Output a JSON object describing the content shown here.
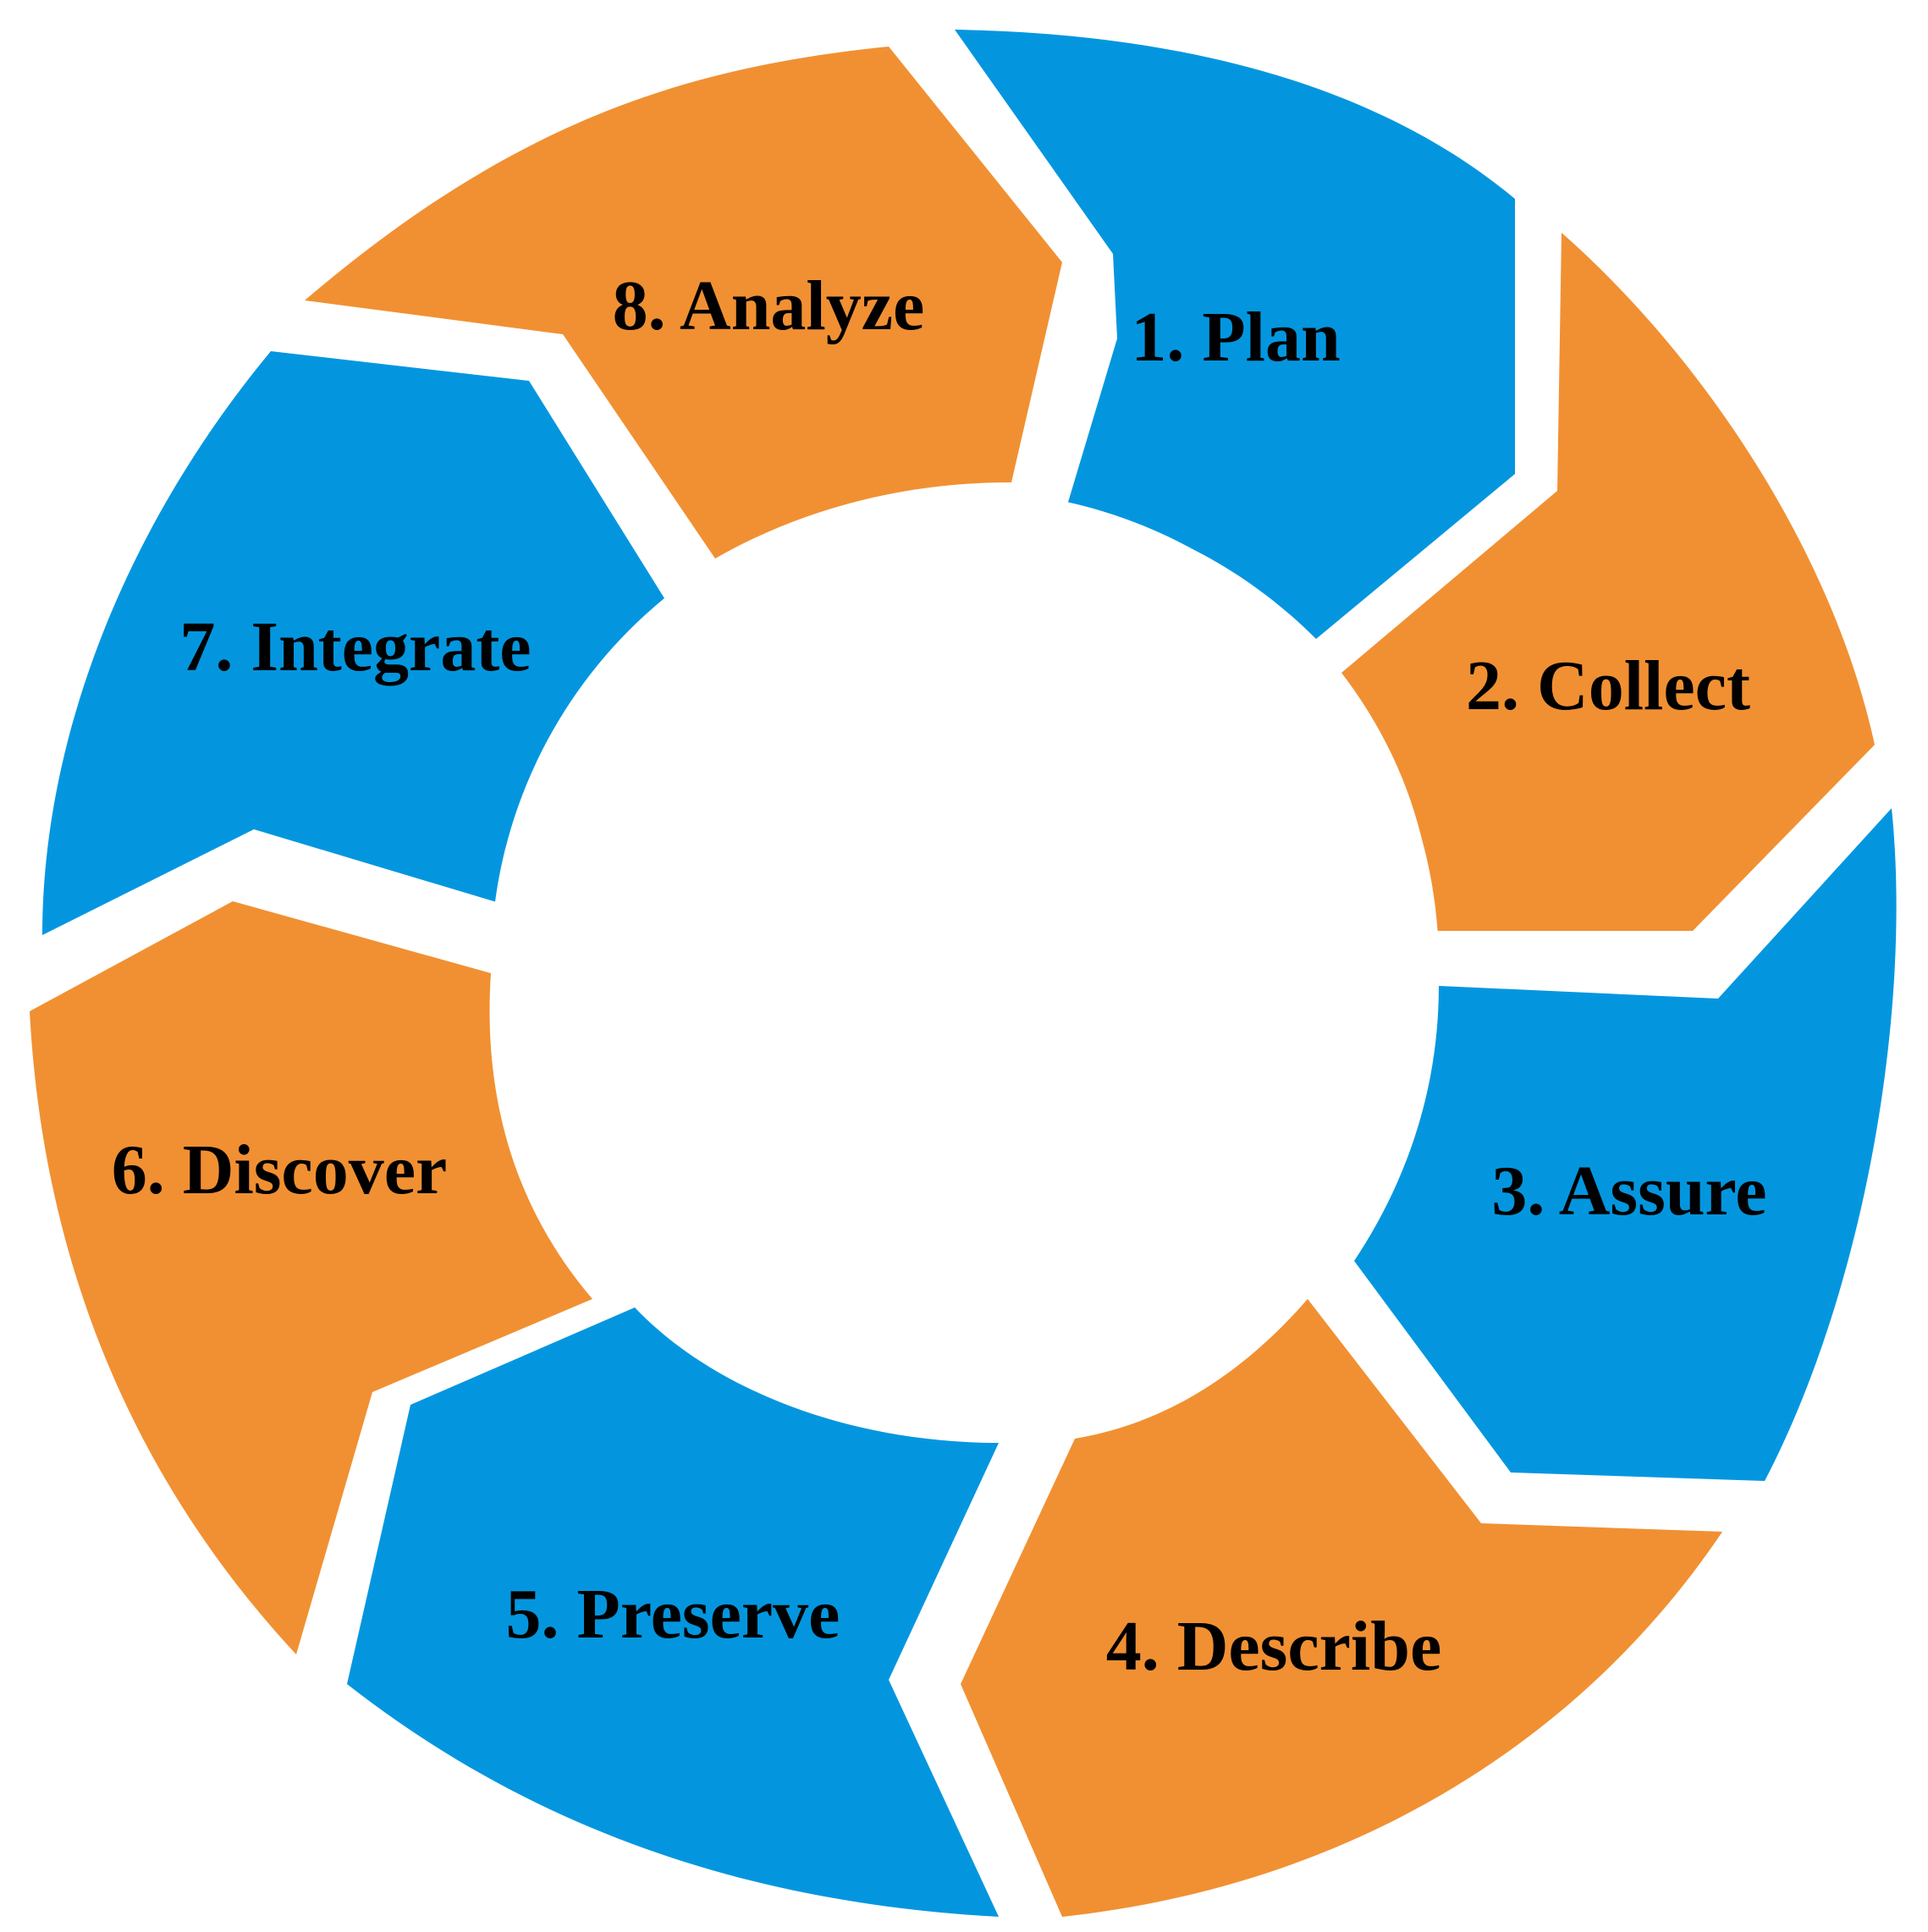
{
  "colors": {
    "blue": "#0396DF",
    "orange": "#F19032",
    "background": "#FFFFFF",
    "text": "#000000"
  },
  "stages": [
    {
      "label": "1. Plan",
      "color": "blue"
    },
    {
      "label": "2. Collect",
      "color": "orange"
    },
    {
      "label": "3. Assure",
      "color": "blue"
    },
    {
      "label": "4. Describe",
      "color": "orange"
    },
    {
      "label": "5. Preserve",
      "color": "blue"
    },
    {
      "label": "6. Discover",
      "color": "orange"
    },
    {
      "label": "7. Integrate",
      "color": "blue"
    },
    {
      "label": "8. Analyze",
      "color": "orange"
    }
  ]
}
